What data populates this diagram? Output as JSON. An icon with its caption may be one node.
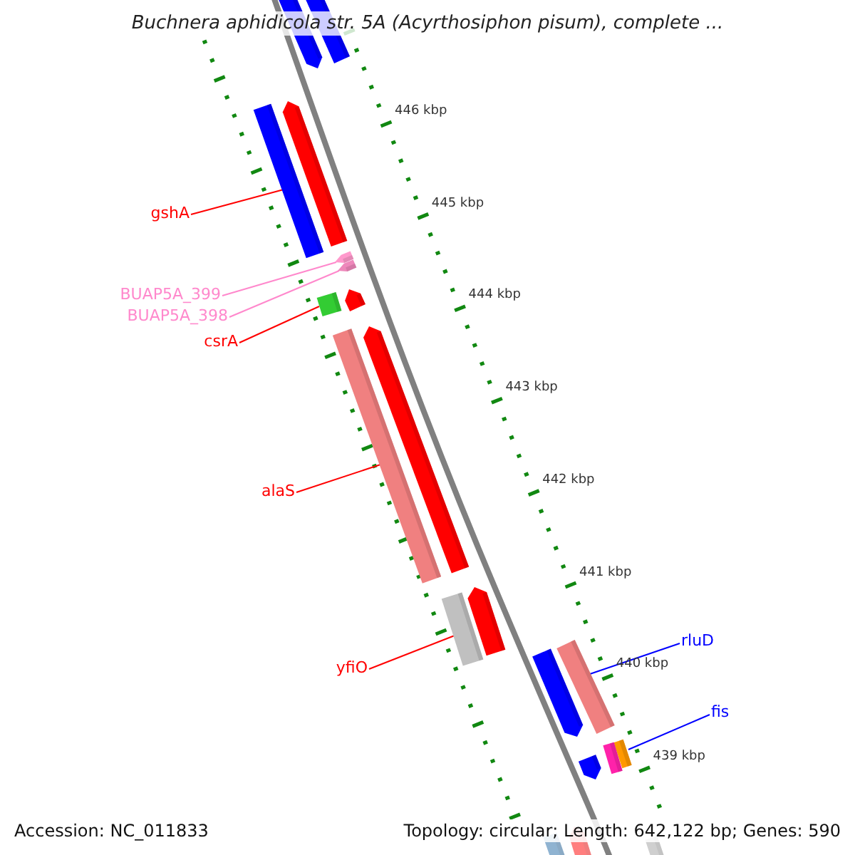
{
  "diagram": {
    "title": "Buchnera aphidicola str. 5A (Acyrthosiphon pisum), complete ...",
    "nodes": [
      {
        "text": [
          "gshA"
        ]
      },
      {
        "text": [
          "BUAP5A_399"
        ]
      },
      {
        "text": [
          "BUAP5A_398"
        ]
      },
      {
        "text": [
          "csrA"
        ]
      },
      {
        "text": [
          "alaS"
        ]
      },
      {
        "text": [
          "yfiO"
        ]
      },
      {
        "text": [
          "rluD"
        ]
      },
      {
        "text": [
          "fis"
        ]
      },
      {
        "text": [],
        "shape": "bar"
      },
      {
        "text": [],
        "shape": "bar"
      },
      {
        "text": [],
        "shape": "bar"
      },
      {
        "text": [],
        "shape": "bar"
      },
      {
        "text": [],
        "shape": "bar"
      },
      {
        "text": [],
        "shape": "bar"
      },
      {
        "text": [],
        "shape": "bar"
      },
      {
        "text": [],
        "shape": "bar"
      },
      {
        "text": [],
        "shape": "bar"
      },
      {
        "text": [],
        "shape": "bar"
      },
      {
        "text": [],
        "shape": "bar"
      },
      {
        "text": [],
        "shape": "bar"
      },
      {
        "text": [],
        "shape": "bar"
      },
      {
        "text": [],
        "shape": "bar"
      },
      {
        "text": [],
        "shape": "bar"
      },
      {
        "text": [],
        "shape": "bar"
      },
      {
        "text": [],
        "shape": "bar"
      },
      {
        "text": [],
        "shape": "bar"
      },
      {
        "text": [],
        "shape": "bar"
      },
      {
        "text": [],
        "shape": "bar"
      }
    ],
    "edges": [
      {
        "from": 0,
        "to": 10,
        "arrow": "none"
      },
      {
        "from": 1,
        "to": 12,
        "arrow": "none",
        "color": "#ff88cc"
      },
      {
        "from": 2,
        "to": 13,
        "arrow": "none",
        "color": "#ff88cc"
      },
      {
        "from": 3,
        "to": 14,
        "arrow": "none"
      },
      {
        "from": 4,
        "to": 16,
        "arrow": "none"
      },
      {
        "from": 5,
        "to": 18,
        "arrow": "none"
      },
      {
        "from": 6,
        "to": 20,
        "arrow": "none",
        "color": "#0000ff"
      },
      {
        "from": 7,
        "to": 22,
        "arrow": "none",
        "color": "#0000ff"
      }
    ],
    "labels": [
      "446 kbp",
      "445 kbp",
      "444 kbp",
      "443 kbp",
      "442 kbp",
      "441 kbp",
      "440 kbp",
      "439 kbp",
      "Accession: NC_011833",
      "Topology: circular; Length: 642,122 bp; Genes: 590"
    ]
  }
}
